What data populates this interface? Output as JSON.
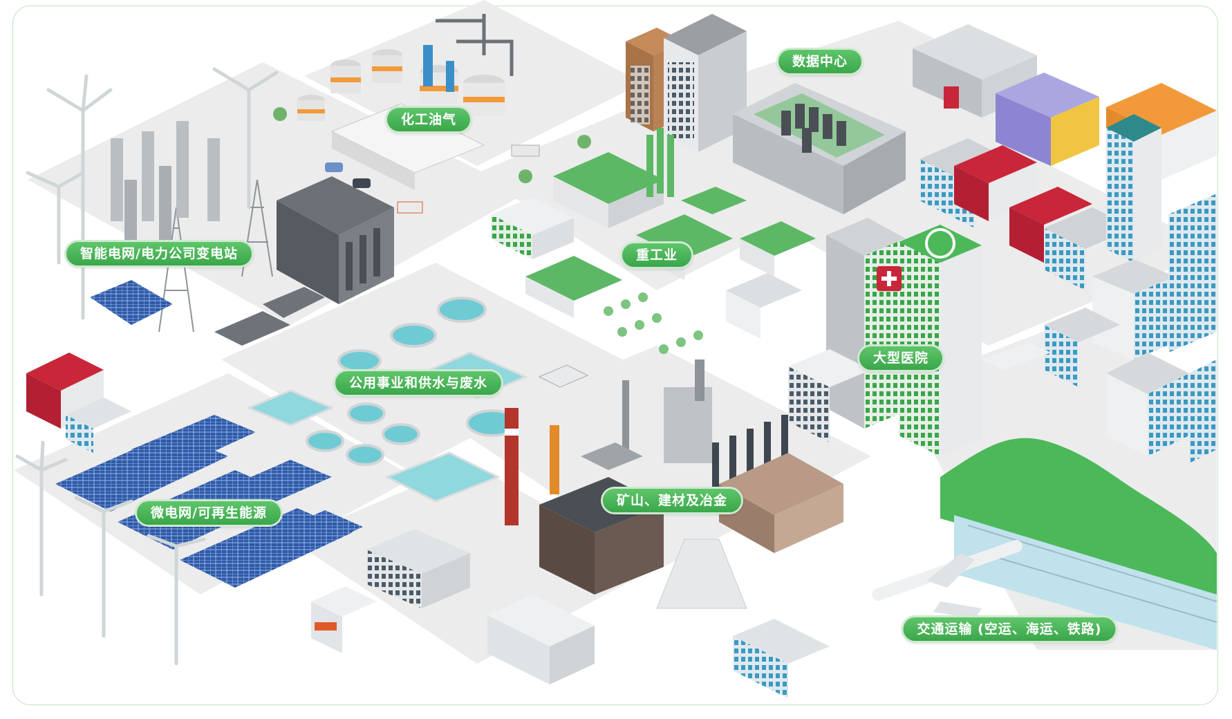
{
  "labels": {
    "chemical": "化工油气",
    "datacenter": "数据中心",
    "smartgrid": "智能电网/电力公司变电站",
    "heavy": "重工业",
    "utilities": "公用事业和供水与废水",
    "hospital": "大型医院",
    "mining": "矿山、建材及冶金",
    "microgrid": "微电网/可再生能源",
    "transport": "交通运输 (空运、海运、铁路)"
  },
  "colors": {
    "accent_green": "#4cb85a",
    "ground": "#f2f2f2",
    "road": "#ffffff",
    "building_grey": "#cfd3d6",
    "solar_blue": "#2e5aa8",
    "water": "#6fcbd3",
    "hospital_red": "#c9263a",
    "chimney_red": "#b3352c"
  },
  "icons": [
    "wind-turbine-icon",
    "solar-panel-icon",
    "transmission-tower-icon",
    "storage-tank-icon",
    "factory-icon",
    "hospital-icon",
    "airplane-icon",
    "water-tank-icon",
    "chimney-icon",
    "building-icon"
  ]
}
